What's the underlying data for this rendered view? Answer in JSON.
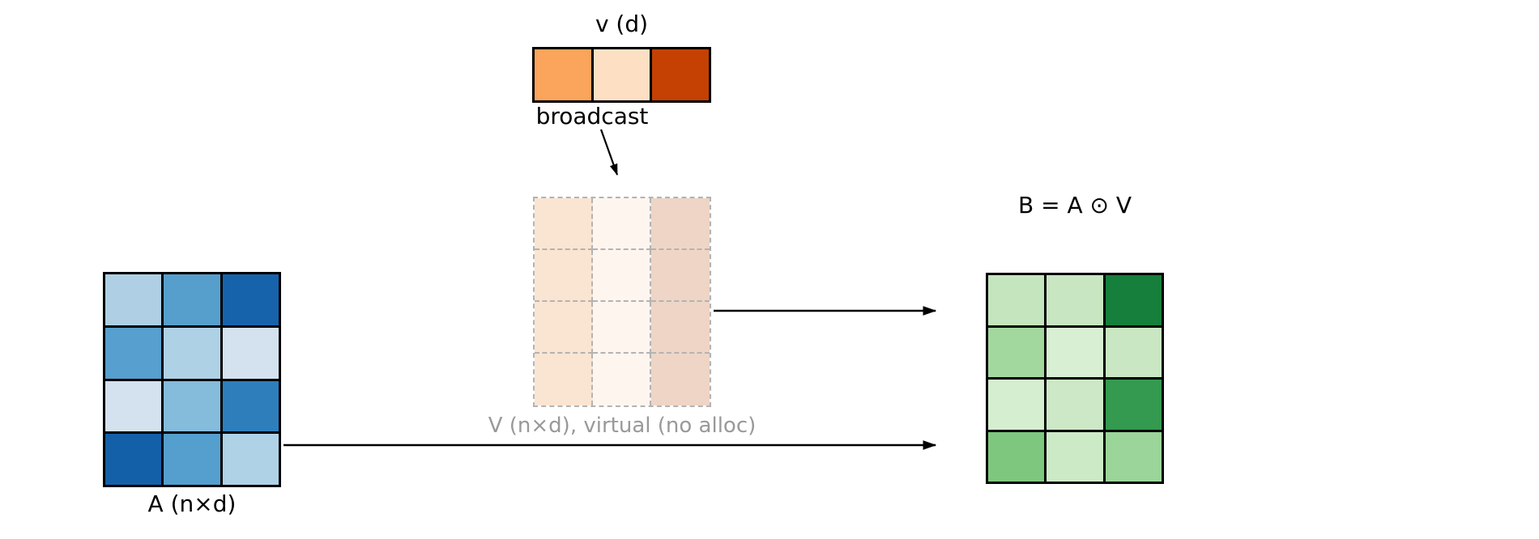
{
  "labels": {
    "vector": "v (d)",
    "broadcast": "broadcast",
    "virtual_matrix": "V (n×d), virtual (no alloc)",
    "matrix_a": "A (n×d)",
    "matrix_b": "B = A ⊙ V"
  },
  "vector": {
    "name": "v",
    "shape": "1×d (d=3)",
    "colors": [
      "#faa45c",
      "#fde0c4",
      "#c44103"
    ]
  },
  "virtual_matrix": {
    "name": "V",
    "shape": "n×d (4×3)",
    "note": "virtual (no alloc) — vector broadcast down rows",
    "colors": [
      [
        "#fae5d2",
        "#fdf5ee",
        "#eed5c6"
      ],
      [
        "#fae5d2",
        "#fdf5ee",
        "#eed5c6"
      ],
      [
        "#fae5d2",
        "#fdf5ee",
        "#eed5c6"
      ],
      [
        "#fae5d2",
        "#fdf5ee",
        "#eed5c6"
      ]
    ],
    "border_color": "#b3b3b3"
  },
  "matrix_a": {
    "name": "A",
    "shape": "n×d (4×3)",
    "colors": [
      [
        "#afd0e4",
        "#569fcd",
        "#1763ab"
      ],
      [
        "#579fce",
        "#afd1e6",
        "#d4e2f0"
      ],
      [
        "#d4e1ef",
        "#85bbdb",
        "#2f7ebc"
      ],
      [
        "#1460a8",
        "#559fce",
        "#afd2e7"
      ]
    ]
  },
  "matrix_b": {
    "name": "B",
    "shape": "n×d (4×3)",
    "colors": [
      [
        "#c5e5be",
        "#c8e6c1",
        "#157f3b"
      ],
      [
        "#a2d89e",
        "#d8efd3",
        "#c9e7c2"
      ],
      [
        "#d5eed0",
        "#cce8c6",
        "#339a4f"
      ],
      [
        "#7dc87e",
        "#cdeac7",
        "#9bd59a"
      ]
    ]
  },
  "arrows": {
    "color": "#000000",
    "broadcast_arrow": "v broadcast down to virtual V",
    "v_to_b_arrow": "V feeds into B",
    "a_to_b_arrow": "A feeds into B"
  },
  "text_color": "#000000",
  "muted_text_color": "#999999",
  "background_color": "#ffffff"
}
